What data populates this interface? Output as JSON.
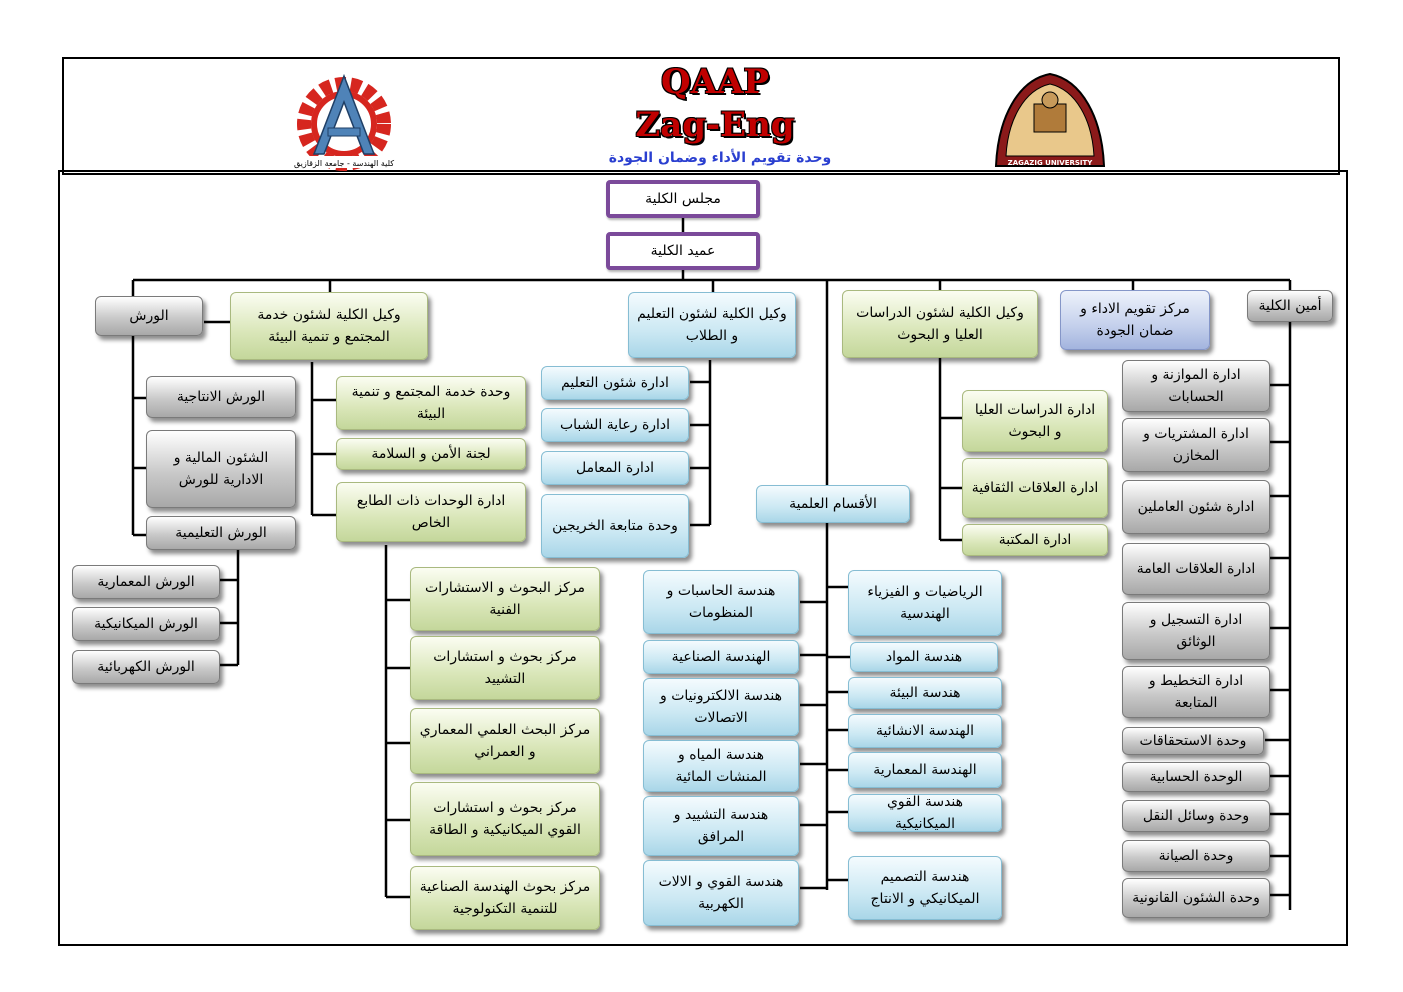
{
  "header": {
    "title_line1": "QAAP",
    "title_line2": "Zag-Eng",
    "subtitle": "وحدة تقويم الأداء وضمان الجودة",
    "faculty_logo_text": "كلية الهندسة - جامعة الزقازيق",
    "university_logo_text": "ZAGAZIG UNIVERSITY"
  },
  "colors": {
    "purple_border": "#7b4a9a",
    "gray_box": "#c9c9c9",
    "green_box": "#d9e6b8",
    "blue_box": "#cbe8f3",
    "steel_box": "#c4d0ec",
    "title_red": "#c00000",
    "subtitle_blue": "#2a3fd0"
  },
  "nodes": {
    "council": "مجلس الكلية",
    "dean": "عميد الكلية",
    "secretary": "أمين الكلية",
    "quality_center": "مركز تقويم الاداء و ضمان الجودة",
    "vd_graduate": "وكيل الكلية لشئون الدراسات العليا و البحوث",
    "departments": "الأقسام العلمية",
    "vd_education": "وكيل الكلية لشئون التعليم و الطلاب",
    "vd_community": "وكيل الكلية لشئون خدمة المجتمع و تنمية البيئة",
    "workshops": "الورش"
  },
  "workshops_children": [
    "الورش الانتاجية",
    "الشئون المالية و الادارية للورش",
    "الورش التعليمية"
  ],
  "educational_workshops": [
    "الورش المعمارية",
    "الورش الميكانيكية",
    "الورش الكهربائية"
  ],
  "community_children": [
    "وحدة خدمة المجتمع و تنمية البيئة",
    "لجنة الأمن و السلامة",
    "ادارة الوحدات ذات الطابع الخاص"
  ],
  "special_units": [
    "مركز البحوث و الاستشارات الفنية",
    "مركز بحوث و استشارات التشييد",
    "مركز البحث العلمي المعماري و العمراني",
    "مركز بحوث و استشارات القوي الميكانيكية و الطاقة",
    "مركز بحوث الهندسة الصناعية للتنمية التكنولوجية"
  ],
  "education_children": [
    "ادارة شئون التعليم",
    "ادارة رعاية الشباب",
    "ادارة المعامل",
    "وحدة متابعة الخريجين"
  ],
  "graduate_children": [
    "ادارة الدراسات العليا و البحوث",
    "ادارة العلاقات الثقافية",
    "ادارة المكتبة"
  ],
  "departments_left": [
    "هندسة الحاسبات و المنظومات",
    "الهندسة الصناعية",
    "هندسة الالكترونيات و الاتصالات",
    "هندسة المياه و المنشات المائية",
    "هندسة التشييد و المرافق",
    "هندسة القوي و الالات الكهربية"
  ],
  "departments_right": [
    "الرياضيات و الفيزياء الهندسية",
    "هندسة المواد",
    "هندسة البيئة",
    "الهندسة الانشائية",
    "الهندسة المعمارية",
    "هندسة القوي الميكانيكية",
    "هندسة التصميم الميكانيكي و الانتاج"
  ],
  "secretary_children": [
    "ادارة الموازنة و الحسابات",
    "ادارة المشتريات و المخازن",
    "ادارة شئون العاملين",
    "ادارة العلاقات العامة",
    "ادارة التسجيل و الوثائق",
    "ادارة التخطيط و المتابعة",
    "وحدة الاستحقاقات",
    "الوحدة الحسابية",
    "وحدة وسائل النقل",
    "وحدة الصيانة",
    "وحدة الشئون القانونية"
  ]
}
